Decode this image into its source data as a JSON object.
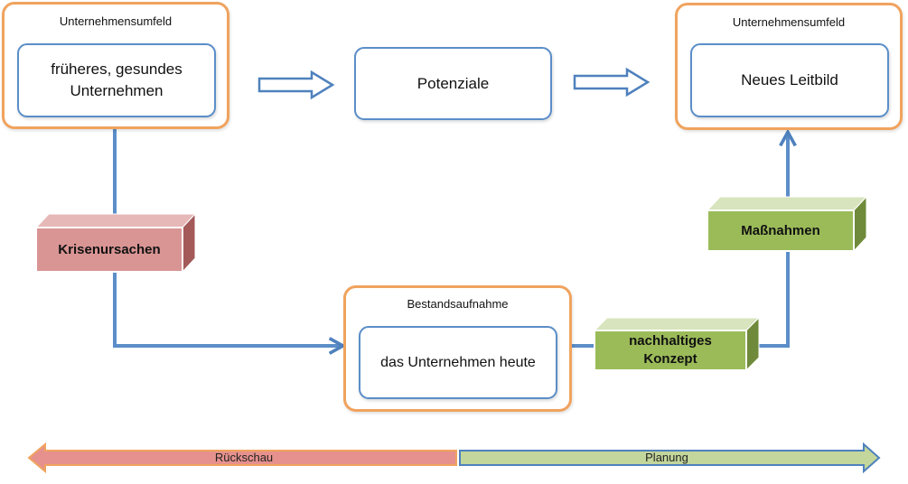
{
  "left_context": {
    "title": "Unternehmensumfeld",
    "box_text": "früheres, gesundes Unternehmen"
  },
  "middle_box": {
    "text": "Potenziale"
  },
  "right_context": {
    "title": "Unternehmensumfeld",
    "box_text": "Neues Leitbild"
  },
  "inventory": {
    "title": "Bestandsaufnahme",
    "box_text": "das Unternehmen heute"
  },
  "crisis_block": {
    "label": "Krisenursachen"
  },
  "measures_block": {
    "label": "Maßnahmen"
  },
  "concept_block": {
    "label": "nachhaltiges Konzept"
  },
  "timeline": {
    "back_label": "Rückschau",
    "forward_label": "Planung"
  },
  "colors": {
    "outer_border": "#f0a35e",
    "inner_border": "#5b8ec8",
    "connector": "#5b8ec8",
    "crisis_fill": "#d99594",
    "green_fill": "#9bbb59",
    "back_arrow_fill": "#e6918d",
    "forward_arrow_fill": "#c3d69b"
  }
}
